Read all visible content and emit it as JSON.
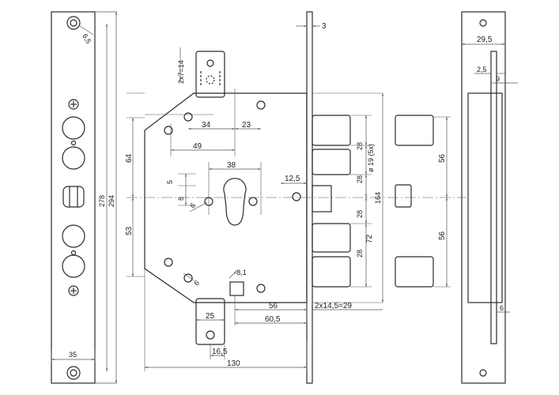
{
  "colors": {
    "line": "#2a2a2a",
    "dim": "#555555",
    "background": "#ffffff"
  },
  "dims": {
    "dia_6_5": "6,5",
    "len_278": "278",
    "len_294": "294",
    "width_35": "35",
    "slot_2x7x14": "2x7=14",
    "d34": "34",
    "d23": "23",
    "d49": "49",
    "d38": "38",
    "d64": "64",
    "d5": "5",
    "d8": "8",
    "dia6a": "6",
    "dia6b": "6",
    "d53": "53",
    "d12_5": "12,5",
    "bolt28a": "28",
    "bolt_dia19": "ø 19 (5x)",
    "bolt28b": "28",
    "bolt28c": "28",
    "bolt28d": "28",
    "d164": "164",
    "d72": "72",
    "d56a": "56",
    "d56b": "56",
    "sq8_1": "▫8,1",
    "d56c": "56",
    "d60_5": "60,5",
    "d2x14_5": "2x14,5=29",
    "d25": "25",
    "d16_5": "16,5",
    "d130": "130",
    "d3": "3",
    "d29_5": "29,5",
    "d2_5": "2,5",
    "d9": "9",
    "d6_side": "6"
  }
}
